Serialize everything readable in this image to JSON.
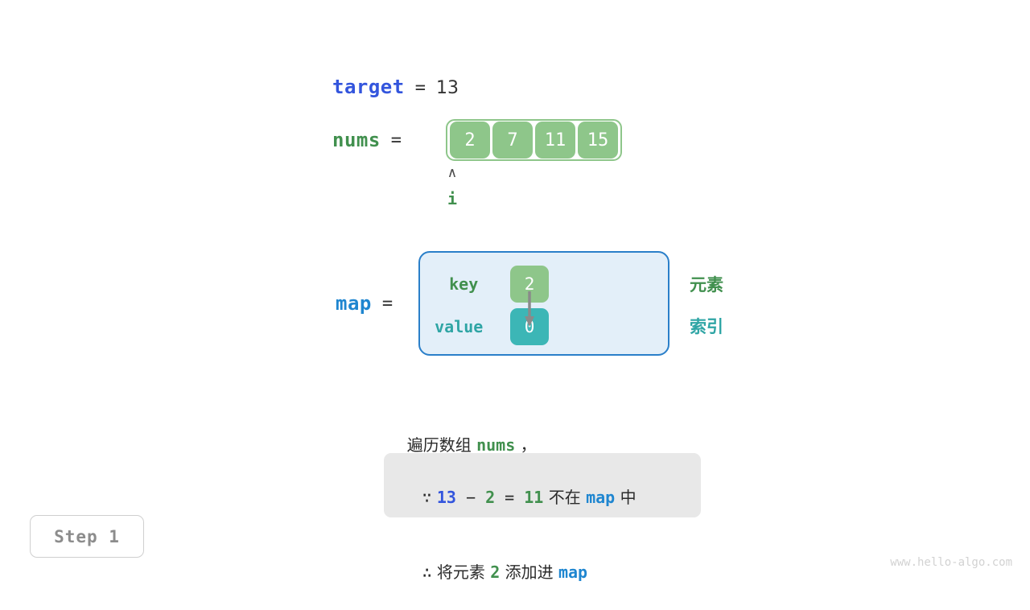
{
  "target": {
    "name": "target",
    "equals": "=",
    "value": "13"
  },
  "nums": {
    "name": "nums",
    "equals": "=",
    "cells": [
      "2",
      "7",
      "11",
      "15"
    ]
  },
  "pointer": {
    "caret": "∧",
    "label": "i"
  },
  "map": {
    "name": "map",
    "equals": "=",
    "key_label": "key",
    "value_label": "value",
    "key_cell": "2",
    "value_cell": "0",
    "annotation_element": "元素",
    "annotation_index": "索引"
  },
  "caption": {
    "prefix": "遍历数组 ",
    "code": "nums",
    "suffix": " ，"
  },
  "formula": {
    "line1": {
      "because": "∵",
      "a": "13",
      "minus": "−",
      "b": "2",
      "eq": "=",
      "c": "11",
      "text1": "不在",
      "map": "map",
      "text2": "中"
    },
    "line2": {
      "therefore": "∴",
      "text1": "将元素",
      "num": "2",
      "text2": "添加进",
      "map": "map"
    }
  },
  "step": {
    "label": "Step 1"
  },
  "watermark": {
    "text": "www.hello-algo.com"
  },
  "colors": {
    "blue_keyword": "#3355dd",
    "green_keyword": "#41904e",
    "light_blue_keyword": "#1f86d0",
    "teal": "#2fa5a5",
    "cell_green": "#8ec68a",
    "cell_teal": "#3cb6b6",
    "map_box_bg": "#e3eff9",
    "map_box_border": "#2a7fc9",
    "formula_box_bg": "#e8e8e8"
  }
}
